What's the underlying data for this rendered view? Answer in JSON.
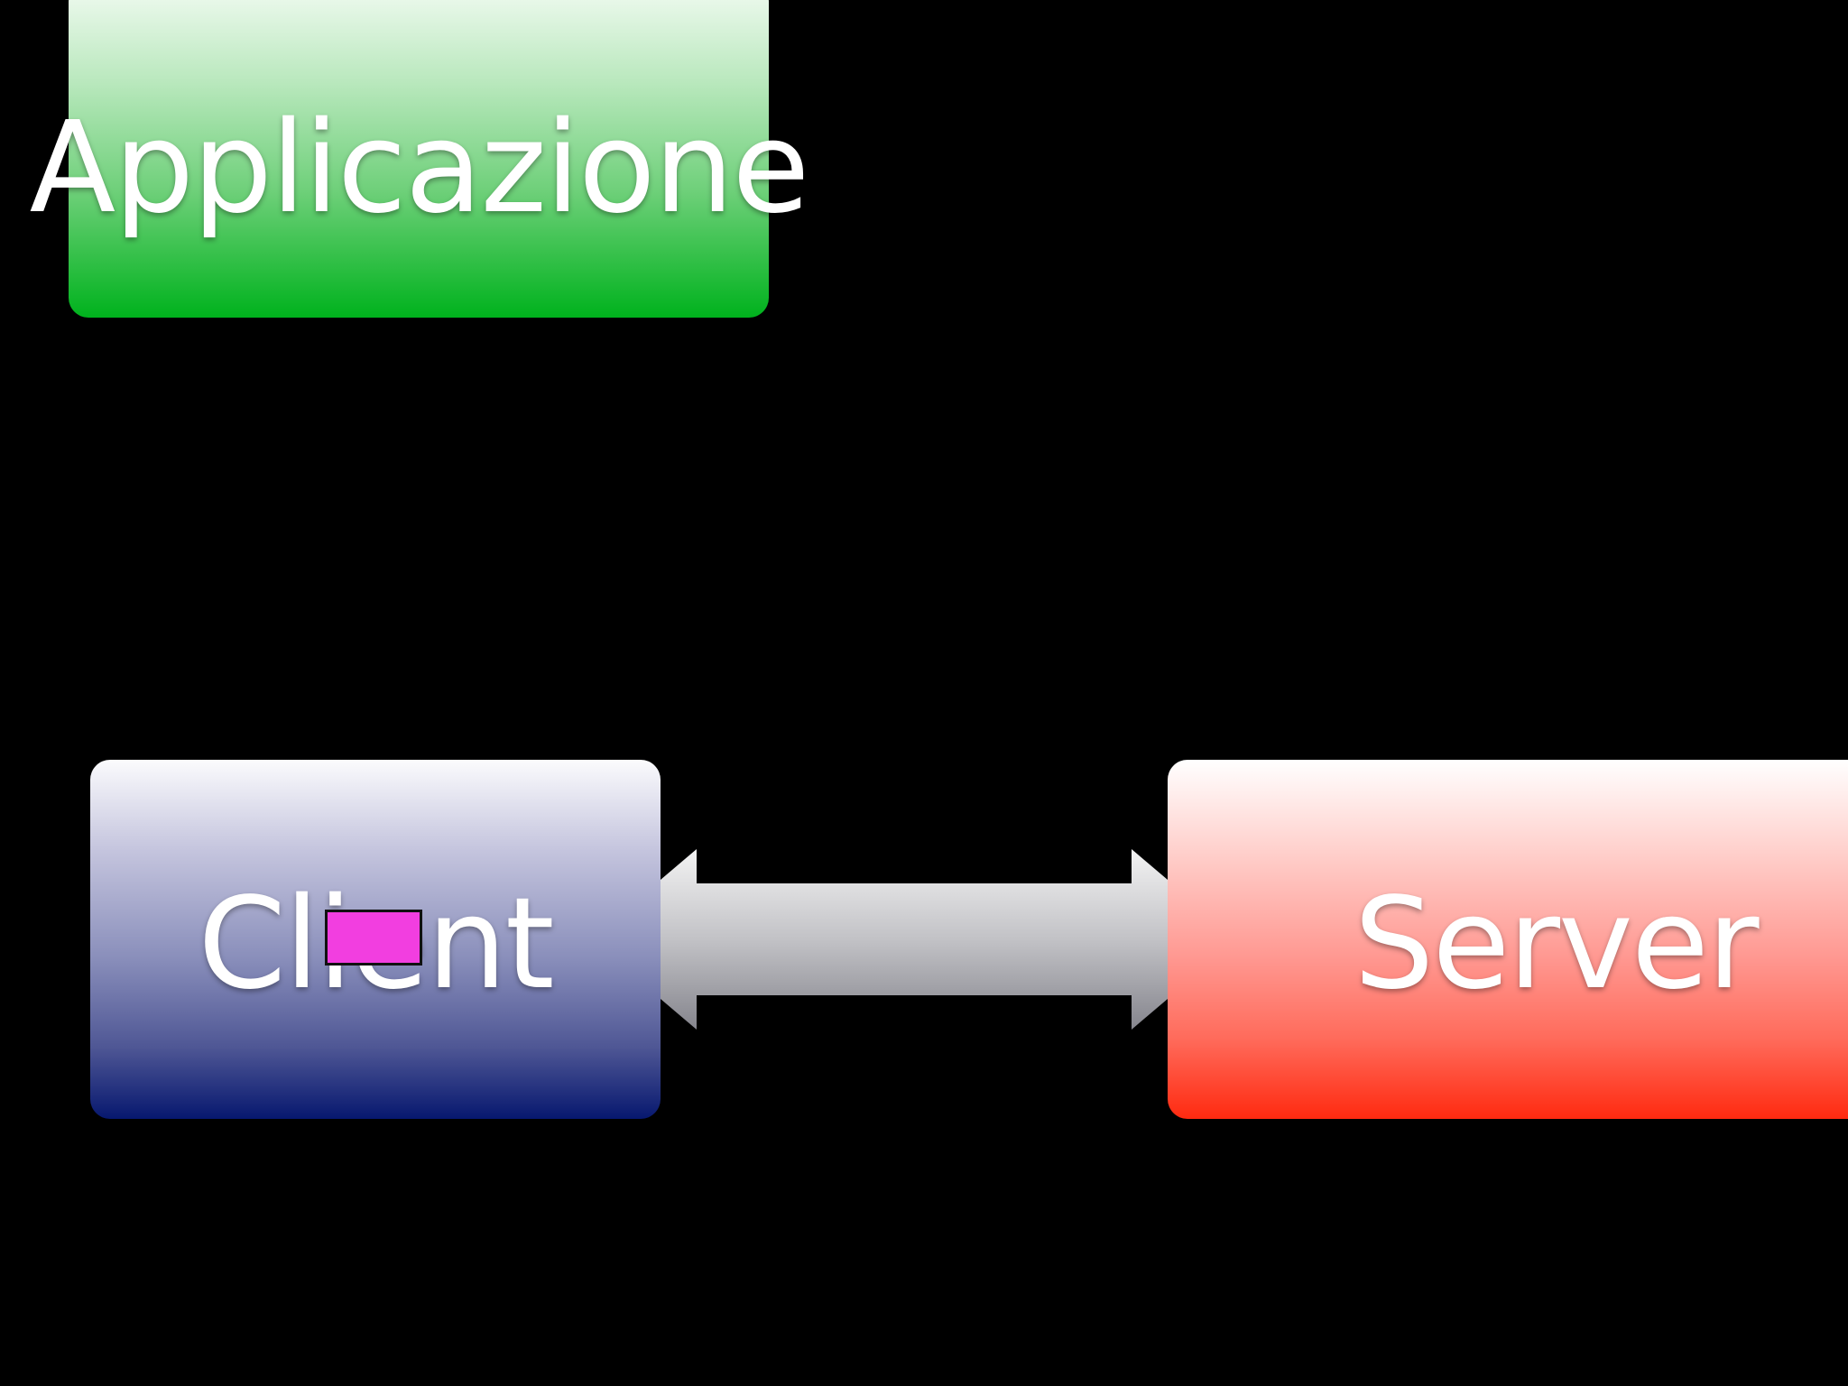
{
  "diagram": {
    "nodes": {
      "application": {
        "label": "Applicazione",
        "color": "#00b21d"
      },
      "client": {
        "label": "Client",
        "color": "#07186f"
      },
      "server": {
        "label": "Server",
        "color": "#ff2a10"
      }
    },
    "edges": [
      {
        "from": "client",
        "to": "server",
        "direction": "bidirectional",
        "color": "#a9a9ad"
      }
    ],
    "overlay": {
      "shape": "rectangle",
      "color": "#f23ee0"
    }
  }
}
